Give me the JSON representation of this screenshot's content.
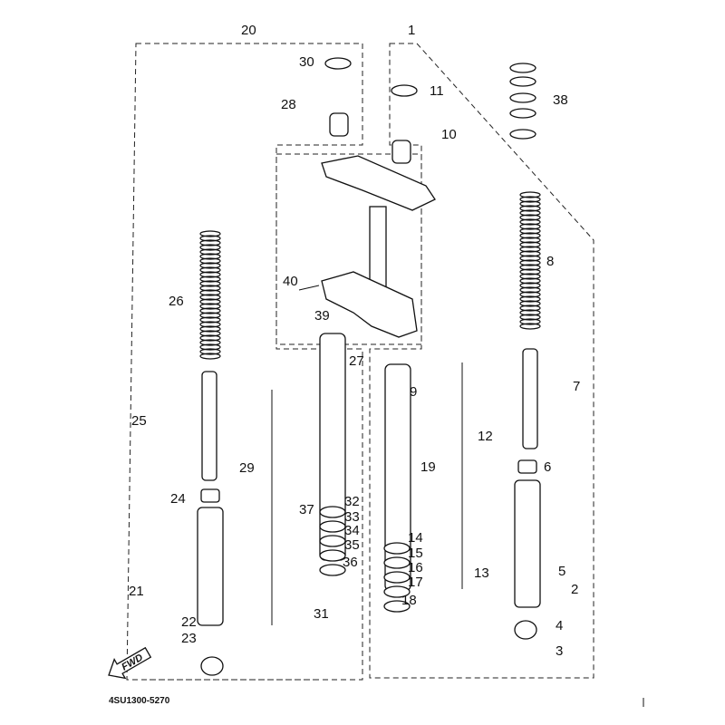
{
  "diagram": {
    "part_code": "4SU1300-5270",
    "direction_label": "FWD",
    "callouts": [
      "20",
      "1",
      "30",
      "11",
      "38",
      "28",
      "10",
      "8",
      "40",
      "26",
      "39",
      "27",
      "9",
      "7",
      "25",
      "12",
      "29",
      "6",
      "19",
      "24",
      "37",
      "32",
      "33",
      "34",
      "35",
      "36",
      "14",
      "15",
      "16",
      "17",
      "18",
      "13",
      "5",
      "2",
      "21",
      "31",
      "4",
      "22",
      "23",
      "3"
    ]
  }
}
